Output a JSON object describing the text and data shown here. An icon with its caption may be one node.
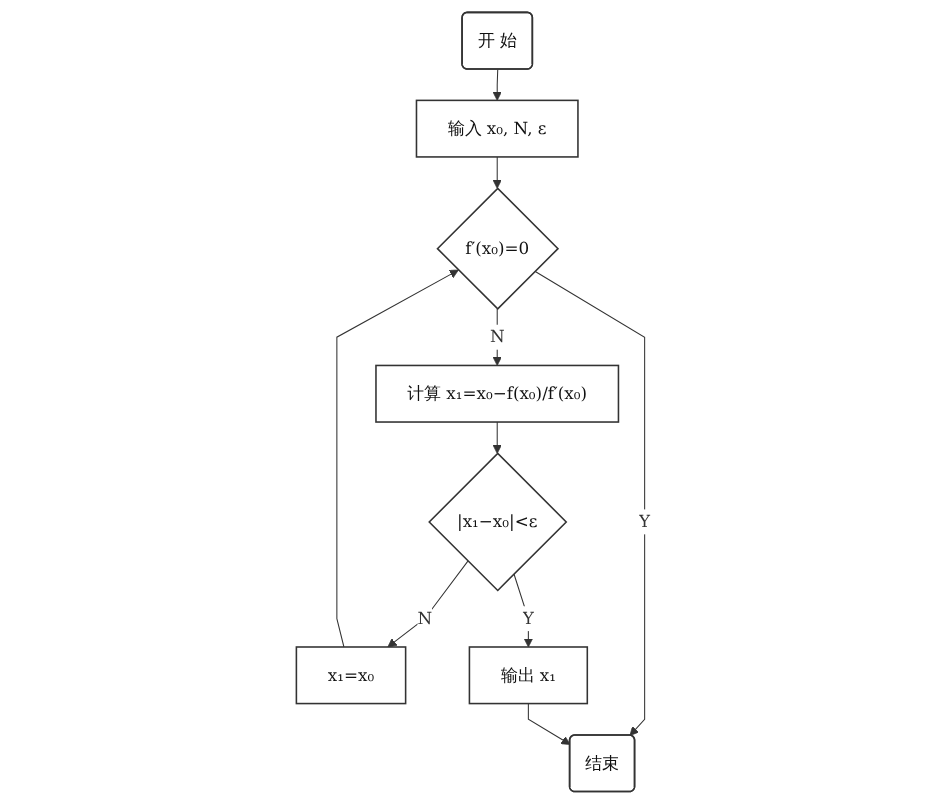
{
  "diagram": {
    "nodes": [
      {
        "text": [
          "开 始"
        ]
      },
      {
        "text": [
          "输入 x₀, N, ε"
        ]
      },
      {
        "text": [
          "f′(x₀)=0"
        ]
      },
      {
        "text": [
          "计算 x₁=x₀−f(x₀)/f′(x₀)"
        ]
      },
      {
        "text": [
          "|x₁−x₀|<ε"
        ]
      },
      {
        "text": [
          "x₁=x₀"
        ]
      },
      {
        "text": [
          "输出 x₁"
        ]
      },
      {
        "text": [
          "结束"
        ]
      }
    ],
    "edges": [
      {
        "from": 0,
        "to": 1,
        "arrow": "to"
      },
      {
        "from": 1,
        "to": 2,
        "arrow": "to"
      },
      {
        "from": 2,
        "to": 3,
        "label": "N",
        "arrow": "to"
      },
      {
        "from": 2,
        "to": 7,
        "label": "Y",
        "arrow": "to"
      },
      {
        "from": 3,
        "to": 4,
        "arrow": "to"
      },
      {
        "from": 4,
        "to": 6,
        "label": "Y",
        "arrow": "to"
      },
      {
        "from": 4,
        "to": 5,
        "label": "N",
        "arrow": "to"
      },
      {
        "from": 5,
        "to": 2,
        "arrow": "to"
      },
      {
        "from": 6,
        "to": 7,
        "arrow": "to"
      }
    ]
  }
}
